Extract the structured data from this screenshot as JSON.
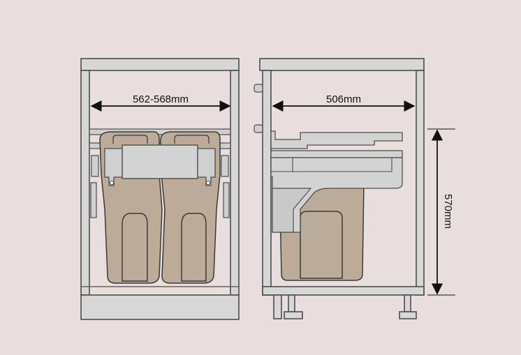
{
  "colors": {
    "background": "#e8dedd",
    "cabinet_fill": "#d7d7d7",
    "cabinet_stroke": "#4d4d4d",
    "bin_fill": "#bcab98",
    "bin_stroke": "#3a3a3a",
    "frame_fill": "#d0d0d0",
    "arrow": "#111111"
  },
  "front_view": {
    "width_label": "562-568mm"
  },
  "side_view": {
    "depth_label": "506mm",
    "height_label": "570mm"
  }
}
